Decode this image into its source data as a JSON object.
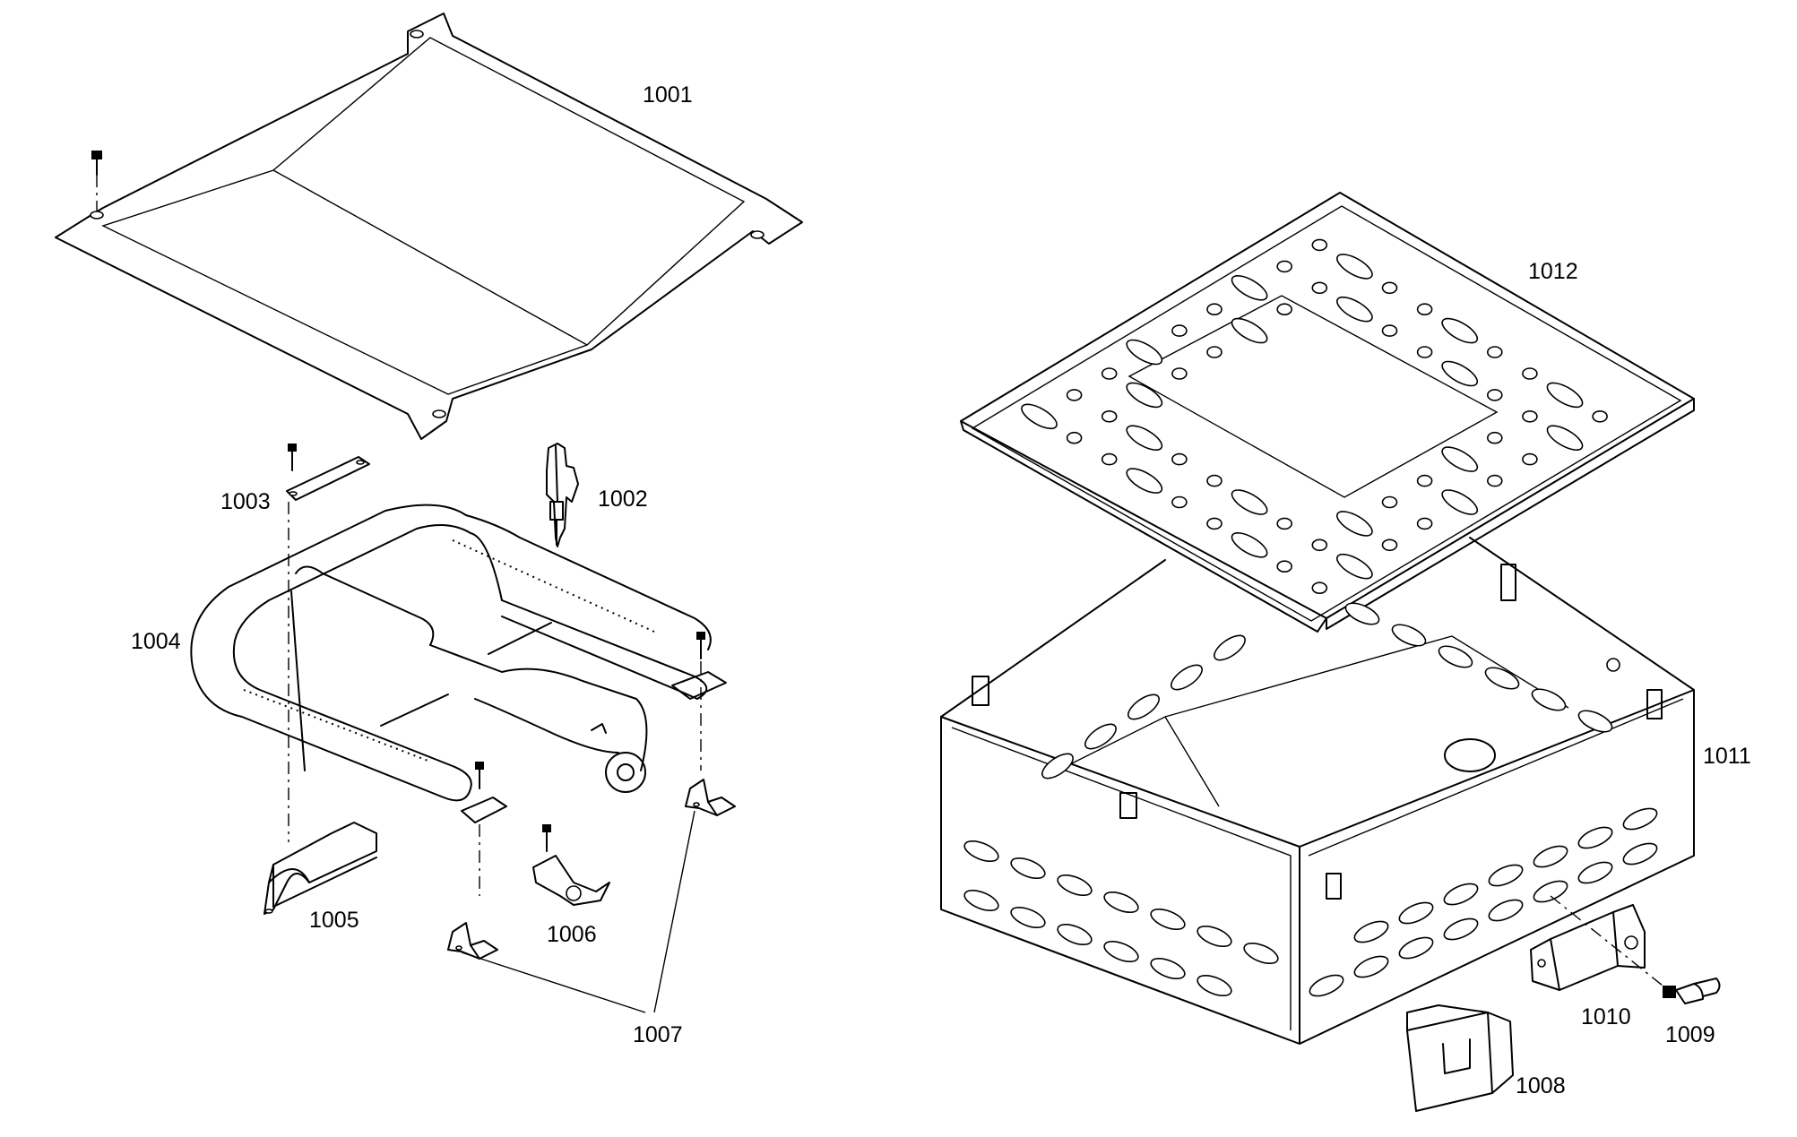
{
  "labels": {
    "p1001": "1001",
    "p1002": "1002",
    "p1003": "1003",
    "p1004": "1004",
    "p1005": "1005",
    "p1006": "1006",
    "p1007": "1007",
    "p1008": "1008",
    "p1009": "1009",
    "p1010": "1010",
    "p1011": "1011",
    "p1012": "1012"
  }
}
